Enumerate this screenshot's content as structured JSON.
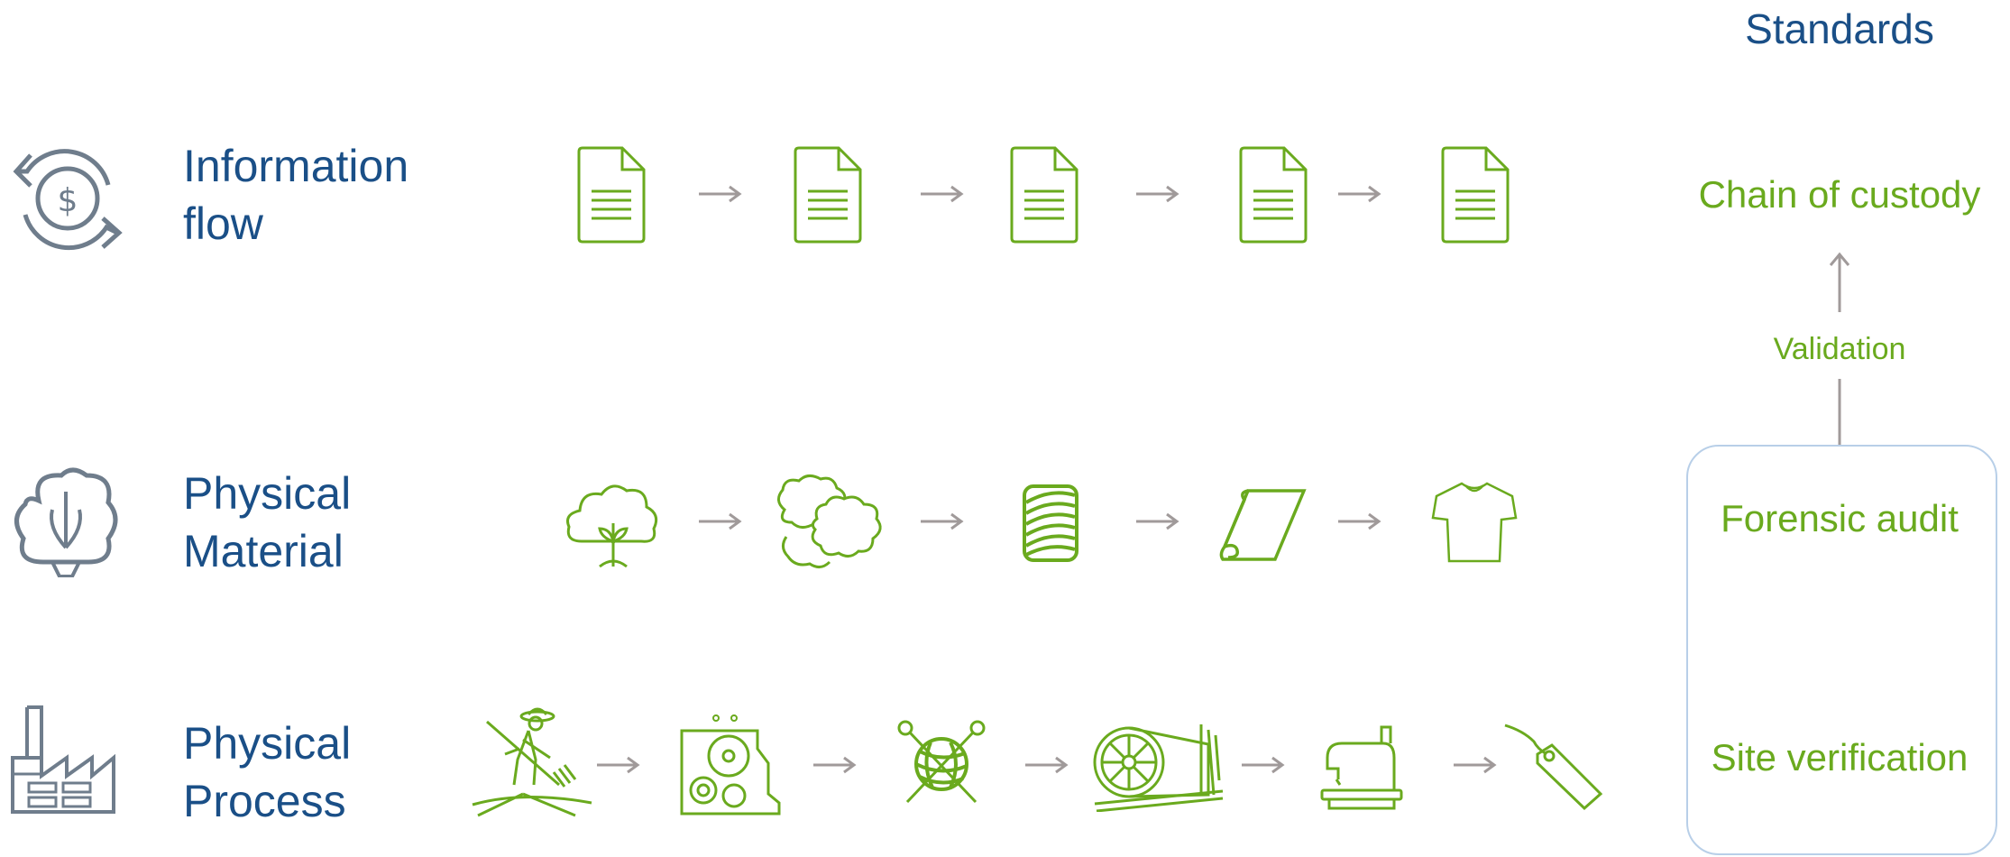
{
  "colors": {
    "heading": "#1a4f87",
    "green": "#6aaa1e",
    "icon_gray": "#6f7d8c",
    "arrow_gray": "#a09a9a",
    "panel_border": "#b8cfe8"
  },
  "rows": [
    {
      "label_line1": "Information",
      "label_line2": "flow",
      "icon": "money-exchange-icon",
      "stages": [
        "document-icon",
        "document-icon",
        "document-icon",
        "document-icon",
        "document-icon"
      ]
    },
    {
      "label_line1": "Physical",
      "label_line2": "Material",
      "icon": "cotton-boll-icon",
      "stages": [
        "cotton-plant-icon",
        "cotton-bales-icon",
        "thread-spool-icon",
        "fabric-roll-icon",
        "tshirt-icon"
      ]
    },
    {
      "label_line1": "Physical",
      "label_line2": "Process",
      "icon": "factory-icon",
      "stages": [
        "farmer-icon",
        "ginning-machine-icon",
        "yarn-ball-icon",
        "weaving-loom-icon",
        "sewing-machine-icon",
        "price-tag-icon"
      ]
    }
  ],
  "standards": {
    "title": "Standards",
    "chain_of_custody": "Chain of custody",
    "validation": "Validation",
    "forensic_audit": "Forensic audit",
    "site_verification": "Site verification"
  }
}
